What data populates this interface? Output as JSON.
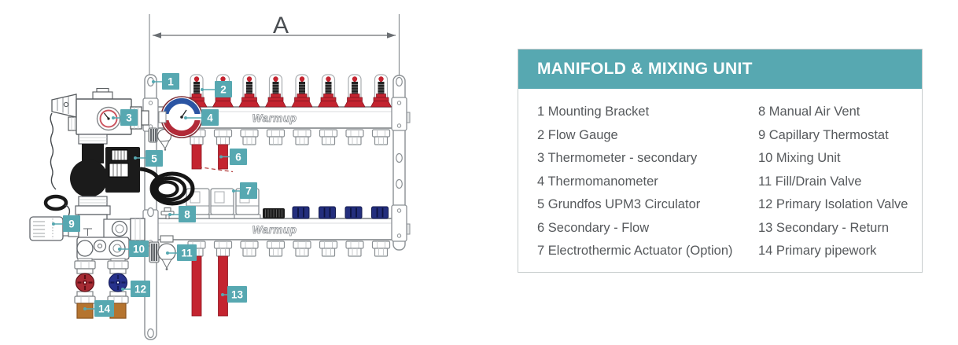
{
  "diagram": {
    "dimension_label": "A",
    "brand": "Warmup",
    "callout_numbers": [
      "1",
      "2",
      "3",
      "4",
      "5",
      "6",
      "7",
      "8",
      "9",
      "10",
      "11",
      "12",
      "13",
      "14"
    ]
  },
  "legend": {
    "title": "MANIFOLD & MIXING UNIT",
    "left": [
      "1 Mounting Bracket",
      "2 Flow Gauge",
      "3 Thermometer - secondary",
      "4 Thermomanometer",
      "5 Grundfos UPM3 Circulator",
      "6 Secondary - Flow",
      "7 Electrothermic Actuator (Option)"
    ],
    "right": [
      "8 Manual Air Vent",
      "9 Capillary Thermostat",
      "10 Mixing Unit",
      "11 Fill/Drain Valve",
      "12 Primary Isolation Valve",
      "13 Secondary - Return",
      "14 Primary pipework"
    ]
  },
  "colors": {
    "accent_teal": "#57a8b1",
    "gauge_red": "#c42430",
    "cap_navy": "#232e7d",
    "pipe_copper": "#b5742f"
  }
}
